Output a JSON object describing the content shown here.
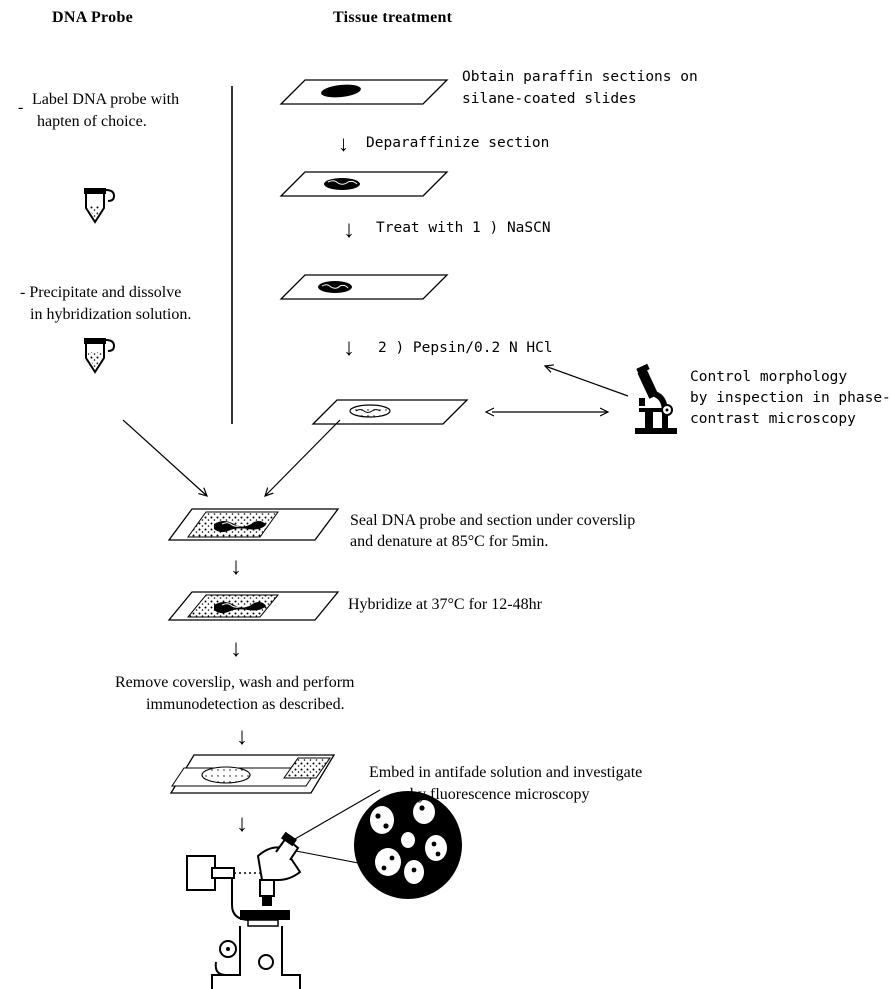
{
  "headings": {
    "probe": "DNA Probe",
    "tissue": "Tissue treatment"
  },
  "probe_steps": {
    "label_line1": "Label DNA probe with",
    "label_line2": "hapten of choice.",
    "label_dash": "-",
    "precip_line1": "- Precipitate and dissolve",
    "precip_line2": "in hybridization solution."
  },
  "tissue_steps": {
    "obtain_line1": "Obtain paraffin sections on",
    "obtain_line2": "silane-coated slides",
    "deparaffinize": "Deparaffinize section",
    "treat": "Treat with 1 ) NaSCN",
    "pepsin": "2 ) Pepsin/0.2 N HCl"
  },
  "control": {
    "line1": "Control morphology",
    "line2": "by inspection in phase-",
    "line3": "contrast microscopy"
  },
  "hybrid_steps": {
    "seal_line1": "Seal DNA probe and section under coverslip",
    "seal_line2": "and denature at 85°C for 5min.",
    "hybridize": "Hybridize at 37°C for 12-48hr",
    "remove_line1": "Remove coverslip, wash and perform",
    "remove_line2": "immunodetection as described.",
    "embed_line1": "Embed in antifade solution and investigate",
    "embed_line2": "by fluorescence microscopy"
  },
  "arrow_glyph": "↓",
  "colors": {
    "ink": "#000000",
    "paper": "#ffffff"
  }
}
